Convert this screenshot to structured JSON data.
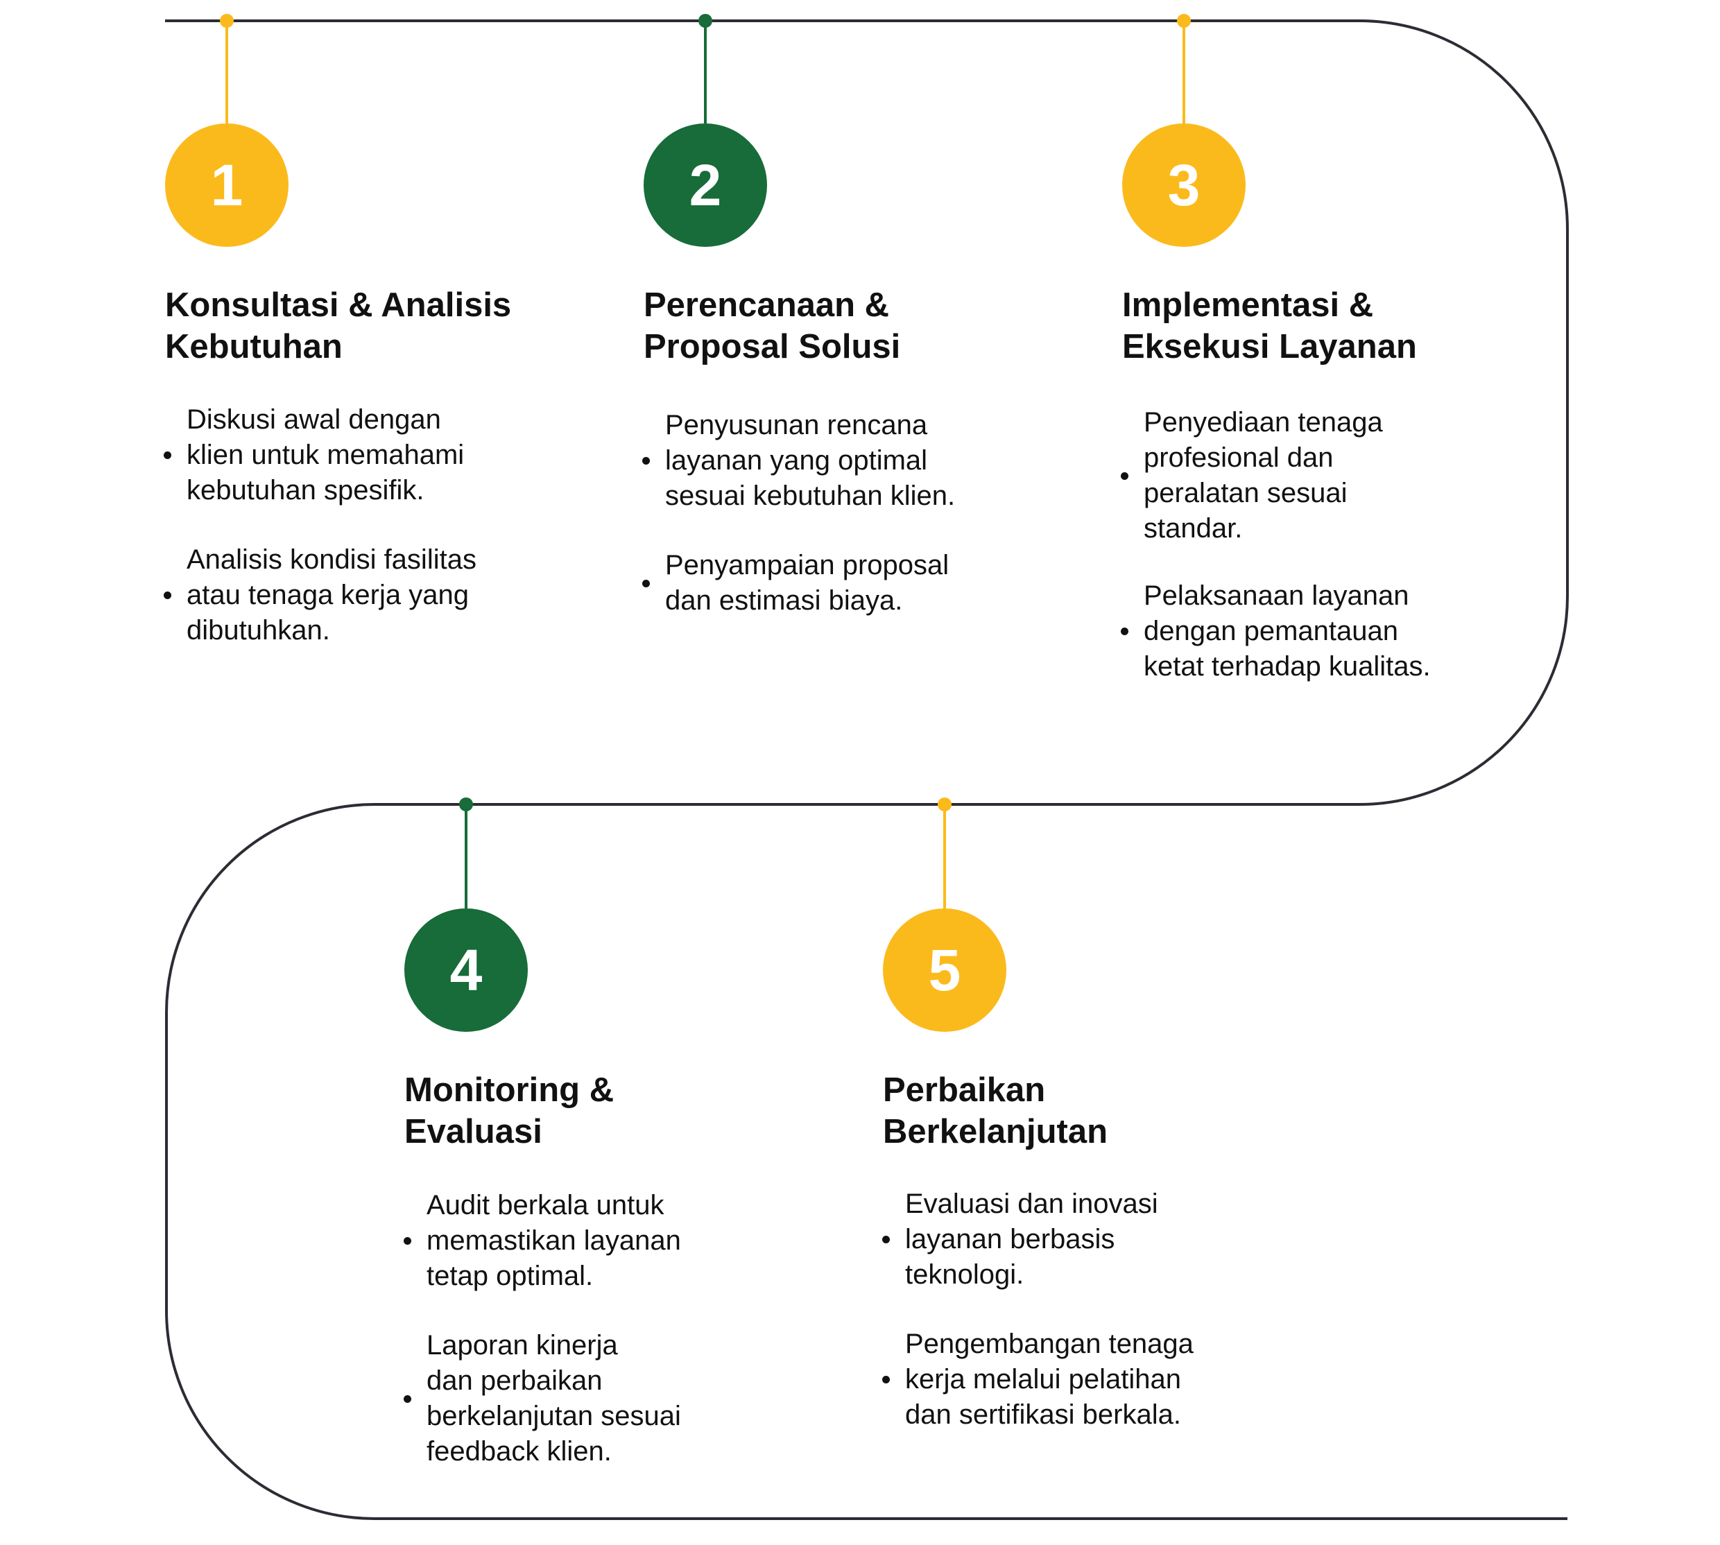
{
  "colors": {
    "yellow": "#FBBA1C",
    "green": "#176C39",
    "track": "#2C2C34",
    "text": "#111111"
  },
  "steps": [
    {
      "number": "1",
      "color": "yellow",
      "title": [
        "Konsultasi & Analisis",
        "Kebutuhan"
      ],
      "bullets": [
        [
          "Diskusi awal dengan",
          "klien untuk memahami",
          "kebutuhan spesifik."
        ],
        [
          "Analisis kondisi fasilitas",
          "atau tenaga kerja yang",
          "dibutuhkan."
        ]
      ]
    },
    {
      "number": "2",
      "color": "green",
      "title": [
        "Perencanaan &",
        "Proposal Solusi"
      ],
      "bullets": [
        [
          "Penyusunan rencana",
          "layanan yang optimal",
          "sesuai kebutuhan klien."
        ],
        [
          "Penyampaian proposal",
          "dan estimasi biaya."
        ]
      ]
    },
    {
      "number": "3",
      "color": "yellow",
      "title": [
        "Implementasi &",
        "Eksekusi Layanan"
      ],
      "bullets": [
        [
          "Penyediaan tenaga",
          "profesional dan",
          "peralatan sesuai",
          "standar."
        ],
        [
          "Pelaksanaan layanan",
          "dengan pemantauan",
          "ketat terhadap kualitas."
        ]
      ]
    },
    {
      "number": "4",
      "color": "green",
      "title": [
        "Monitoring &",
        "Evaluasi"
      ],
      "bullets": [
        [
          "Audit berkala untuk",
          "memastikan layanan",
          "tetap optimal."
        ],
        [
          "Laporan kinerja",
          "dan perbaikan",
          "berkelanjutan sesuai",
          "feedback klien."
        ]
      ]
    },
    {
      "number": "5",
      "color": "yellow",
      "title": [
        "Perbaikan",
        "Berkelanjutan"
      ],
      "bullets": [
        [
          "Evaluasi dan inovasi",
          "layanan berbasis",
          "teknologi."
        ],
        [
          "Pengembangan tenaga",
          "kerja melalui pelatihan",
          "dan sertifikasi berkala."
        ]
      ]
    }
  ]
}
